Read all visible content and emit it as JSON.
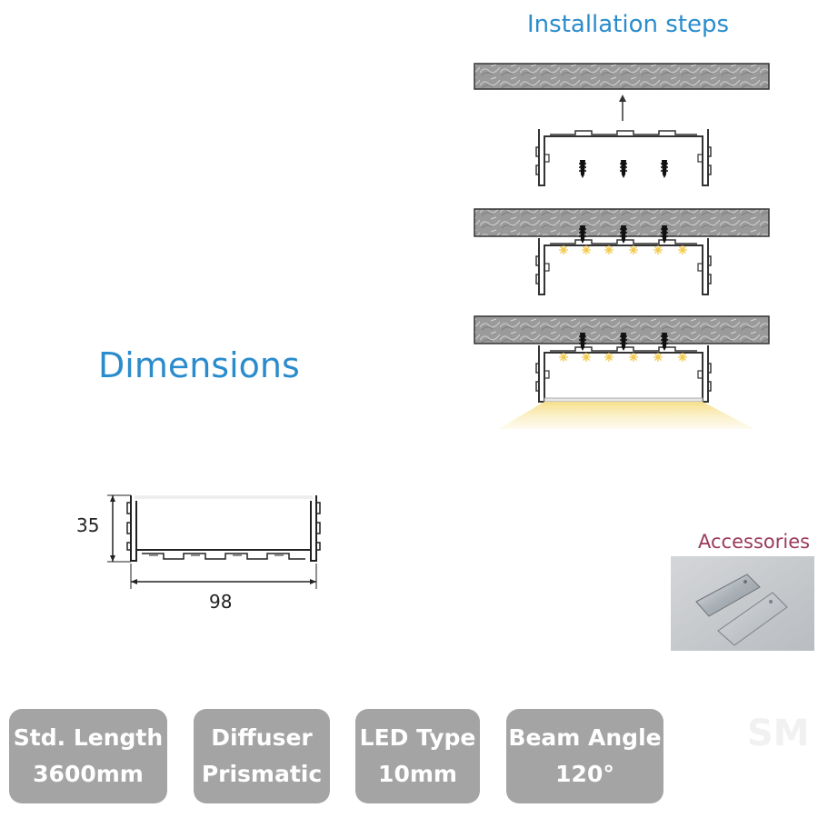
{
  "installation_title": "Installation steps",
  "dimensions_title": "Dimensions",
  "accessories_title": "Accessories",
  "dimensions": {
    "height": "35",
    "width": "98"
  },
  "specs": [
    {
      "label": "Std. Length",
      "value": "3600mm"
    },
    {
      "label": "Diffuser",
      "value": "Prismatic"
    },
    {
      "label": "LED Type",
      "value": "10mm"
    },
    {
      "label": "Beam Angle",
      "value": "120°"
    }
  ],
  "watermark": "SM",
  "colors": {
    "accent_blue": "#2a8ccd",
    "accessories_red": "#9b3a5b",
    "spec_gray": "#a4a4a4",
    "light_yellow": "#f6df8a"
  }
}
